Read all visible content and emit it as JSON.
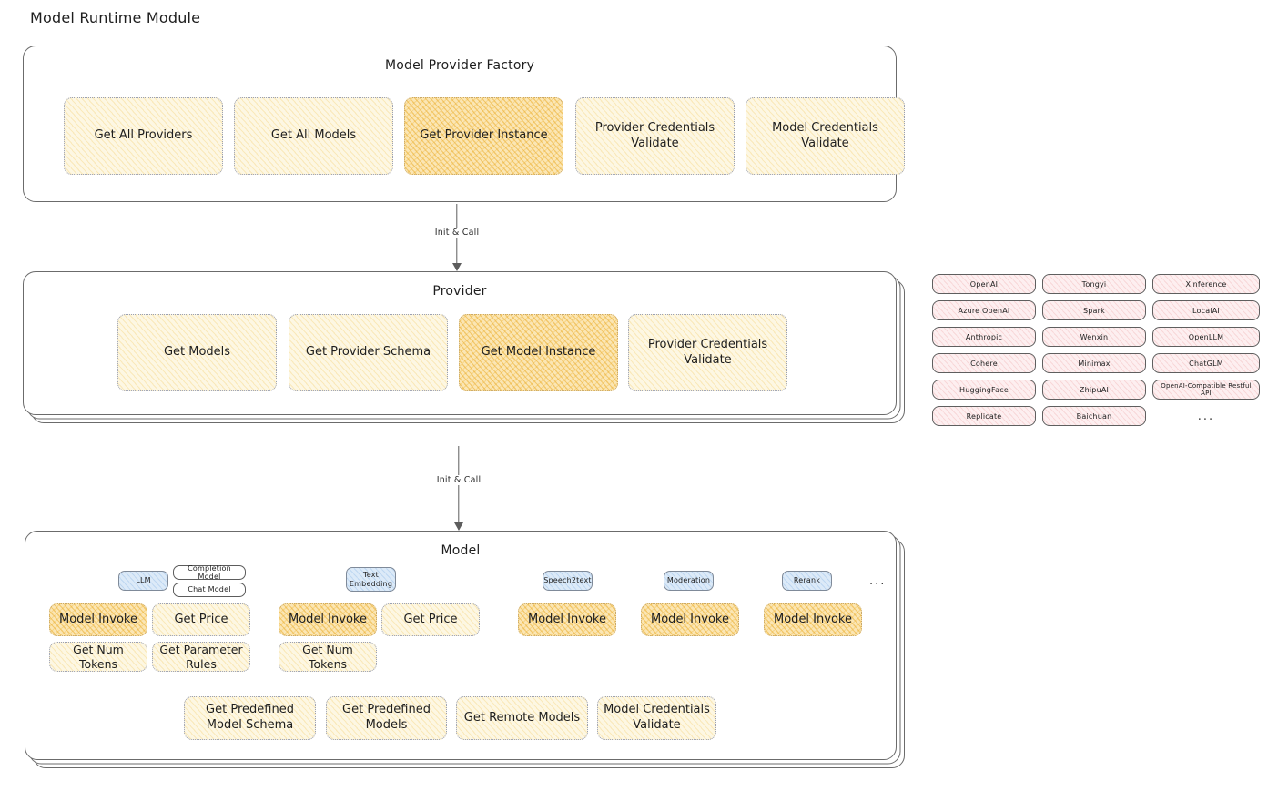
{
  "page": {
    "title": "Model Runtime Module"
  },
  "factory": {
    "title": "Model Provider Factory",
    "nodes": [
      {
        "label": "Get All Providers",
        "highlight": false
      },
      {
        "label": "Get All Models",
        "highlight": false
      },
      {
        "label": "Get Provider Instance",
        "highlight": true
      },
      {
        "label": "Provider Credentials Validate",
        "highlight": false
      },
      {
        "label": "Model Credentials Validate",
        "highlight": false
      }
    ]
  },
  "arrow1": {
    "label": "Init & Call"
  },
  "provider": {
    "title": "Provider",
    "nodes": [
      {
        "label": "Get Models",
        "highlight": false
      },
      {
        "label": "Get Provider Schema",
        "highlight": false
      },
      {
        "label": "Get Model Instance",
        "highlight": true
      },
      {
        "label": "Provider Credentials Validate",
        "highlight": false
      }
    ]
  },
  "provider_list": {
    "columns": [
      {
        "items": [
          "OpenAI",
          "Azure OpenAI",
          "Anthropic",
          "Cohere",
          "HuggingFace",
          "Replicate"
        ]
      },
      {
        "items": [
          "Tongyi",
          "Spark",
          "Wenxin",
          "Minimax",
          "ZhipuAI",
          "Baichuan"
        ]
      },
      {
        "items": [
          "Xinference",
          "LocalAI",
          "OpenLLM",
          "ChatGLM",
          "OpenAI-Compatible Restful API"
        ]
      }
    ],
    "ellipsis": "..."
  },
  "arrow2": {
    "label": "Init & Call"
  },
  "model": {
    "title": "Model",
    "ellipsis": "...",
    "types": [
      {
        "badge": "LLM",
        "badge_style": "blue",
        "sub_badges": [
          "Completion Model",
          "Chat Model"
        ],
        "ops": [
          {
            "label": "Model Invoke",
            "highlight": true
          },
          {
            "label": "Get Price",
            "highlight": false
          },
          {
            "label": "Get Num Tokens",
            "highlight": false
          },
          {
            "label": "Get Parameter Rules",
            "highlight": false
          }
        ]
      },
      {
        "badge": "Text Embedding",
        "badge_style": "blue",
        "sub_badges": [],
        "ops": [
          {
            "label": "Model Invoke",
            "highlight": true
          },
          {
            "label": "Get Price",
            "highlight": false
          },
          {
            "label": "Get Num Tokens",
            "highlight": false
          }
        ]
      },
      {
        "badge": "Speech2text",
        "badge_style": "blue",
        "sub_badges": [],
        "ops": [
          {
            "label": "Model Invoke",
            "highlight": true
          }
        ]
      },
      {
        "badge": "Moderation",
        "badge_style": "blue",
        "sub_badges": [],
        "ops": [
          {
            "label": "Model Invoke",
            "highlight": true
          }
        ]
      },
      {
        "badge": "Rerank",
        "badge_style": "blue",
        "sub_badges": [],
        "ops": [
          {
            "label": "Model Invoke",
            "highlight": true
          }
        ]
      }
    ],
    "common_ops": [
      {
        "label": "Get Predefined Model Schema"
      },
      {
        "label": "Get Predefined Models"
      },
      {
        "label": "Get Remote Models"
      },
      {
        "label": "Model Credentials Validate"
      }
    ]
  },
  "colors": {
    "highlight_fill": "#fbe6b4",
    "pale_fill": "#fdf7e3",
    "badge_blue": "#dceaf8",
    "pill_pink": "#fdeff0",
    "stroke": "#6b6b6b",
    "text": "#1e1e1e"
  }
}
